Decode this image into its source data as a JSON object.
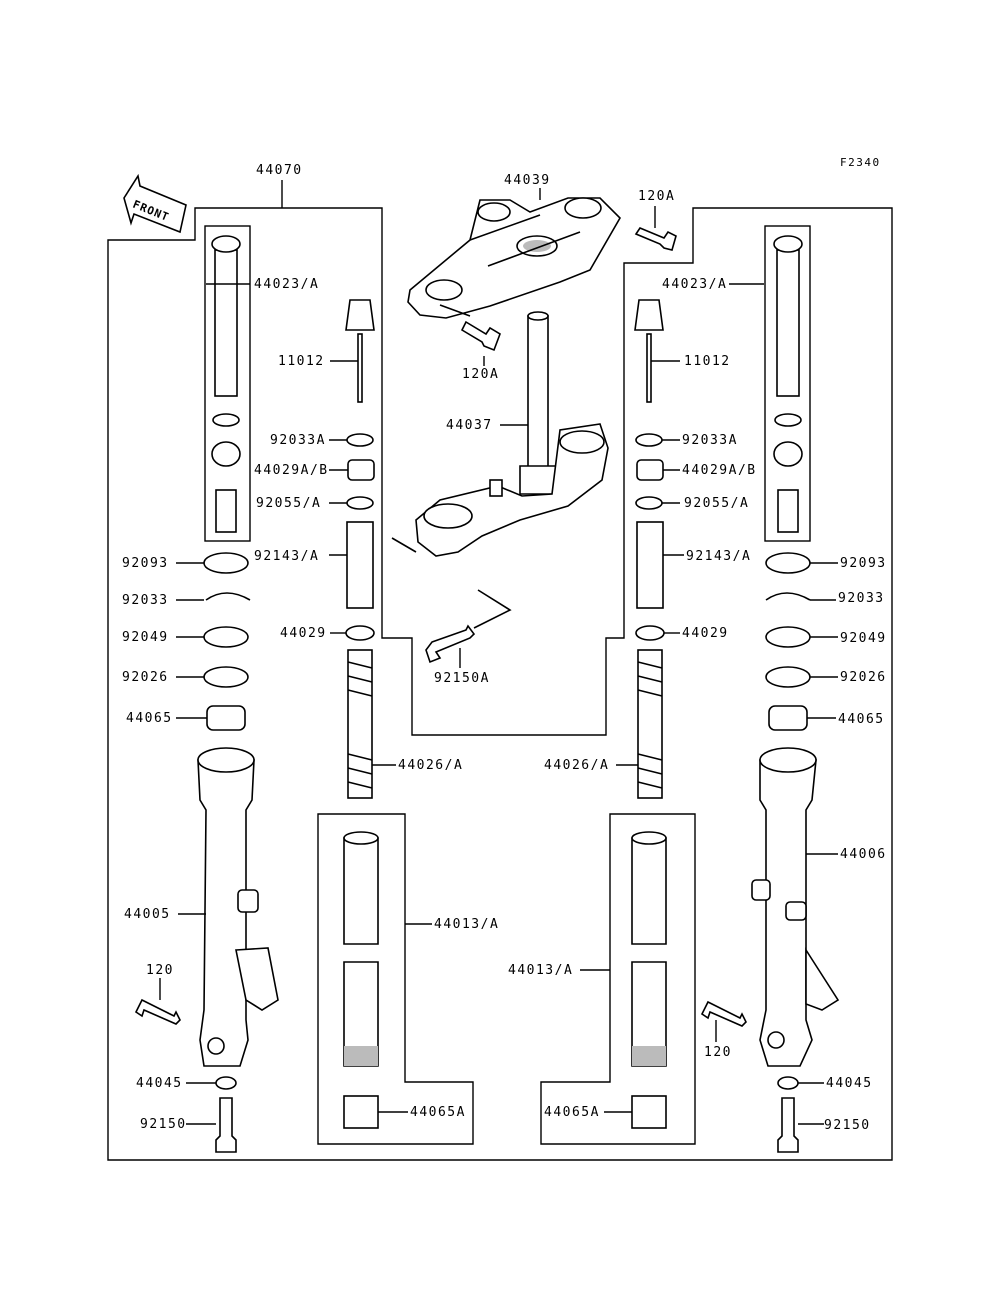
{
  "diagram": {
    "figure_code": "F2340",
    "front_arrow": "FRONT",
    "colors": {
      "line": "#000000",
      "background": "#ffffff",
      "shade": "#bbbbbb"
    },
    "labels": {
      "p44070": "44070",
      "p44039": "44039",
      "p120a_top": "120A",
      "p120a_mid": "120A",
      "p44023_l": "44023/A",
      "p44023_r": "44023/A",
      "p11012_l": "11012",
      "p11012_r": "11012",
      "p44037": "44037",
      "p92033a_l": "92033A",
      "p92033a_r": "92033A",
      "p44029ab_l": "44029A/B",
      "p44029ab_r": "44029A/B",
      "p92055_l": "92055/A",
      "p92055_r": "92055/A",
      "p92093_l": "92093",
      "p92093_r": "92093",
      "p92143_l": "92143/A",
      "p92143_r": "92143/A",
      "p92033_l": "92033",
      "p92033_r": "92033",
      "p92049_l": "92049",
      "p92049_r": "92049",
      "p44029_l": "44029",
      "p44029_r": "44029",
      "p92150a": "92150A",
      "p92026_l": "92026",
      "p92026_r": "92026",
      "p44065_l": "44065",
      "p44065_r": "44065",
      "p44026_l": "44026/A",
      "p44026_r": "44026/A",
      "p44006": "44006",
      "p44005": "44005",
      "p44013_l": "44013/A",
      "p44013_r": "44013/A",
      "p120_l": "120",
      "p120_r": "120",
      "p44045_l": "44045",
      "p44045_r": "44045",
      "p44065a_l": "44065A",
      "p44065a_r": "44065A",
      "p92150_l": "92150",
      "p92150_r": "92150"
    }
  }
}
